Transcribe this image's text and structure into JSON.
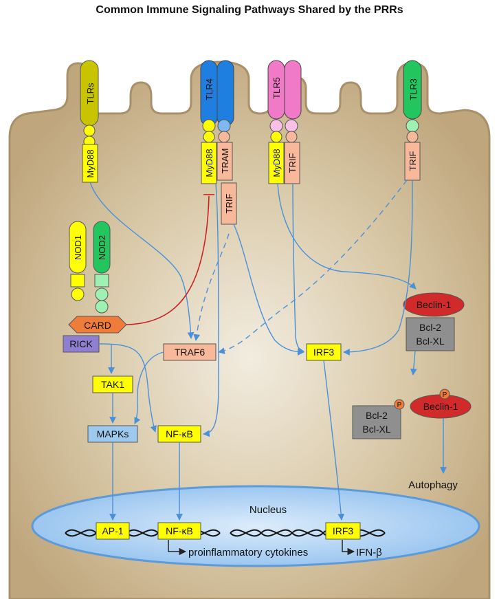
{
  "title": "Common Immune Signaling Pathways Shared by the PRRs",
  "receptors": {
    "tlrs": "TLRs",
    "tlr4": "TLR4",
    "tlr5": "TLR5",
    "tlr3": "TLR3",
    "nod1": "NOD1",
    "nod2": "NOD2"
  },
  "adaptors": {
    "myd88": "MyD88",
    "tram": "TRAM",
    "trif": "TRIF"
  },
  "nodes": {
    "card": "CARD",
    "rick": "RICK",
    "traf6": "TRAF6",
    "irf3": "IRF3",
    "tak1": "TAK1",
    "mapks": "MAPKs",
    "nfkb": "NF-κB",
    "beclin1": "Beclin-1",
    "bcl2": "Bcl-2",
    "bclxl": "Bcl-XL",
    "phospho": "P",
    "autophagy": "Autophagy"
  },
  "nucleus": {
    "label": "Nucleus",
    "ap1": "AP-1",
    "nfkb": "NF-κB",
    "irf3": "IRF3",
    "cytokines": "proinflammatory cytokines",
    "ifnb": "IFN-β"
  },
  "colors": {
    "cell": "#c5b18c",
    "cell_edge": "#a8916a",
    "yellow": "#ffff00",
    "salmon": "#f8b89a",
    "blue_tlr": "#1e7fe0",
    "pink": "#f07ac8",
    "green": "#22c55e",
    "olive": "#c9c400",
    "red": "#d12a2a",
    "gray": "#8f8f8f",
    "arrow": "#4a90d9",
    "inhibit": "#cc2020",
    "nucleus": "#a9cdf2",
    "rick": "#8f7fd0",
    "mapk": "#9ec9ef"
  }
}
